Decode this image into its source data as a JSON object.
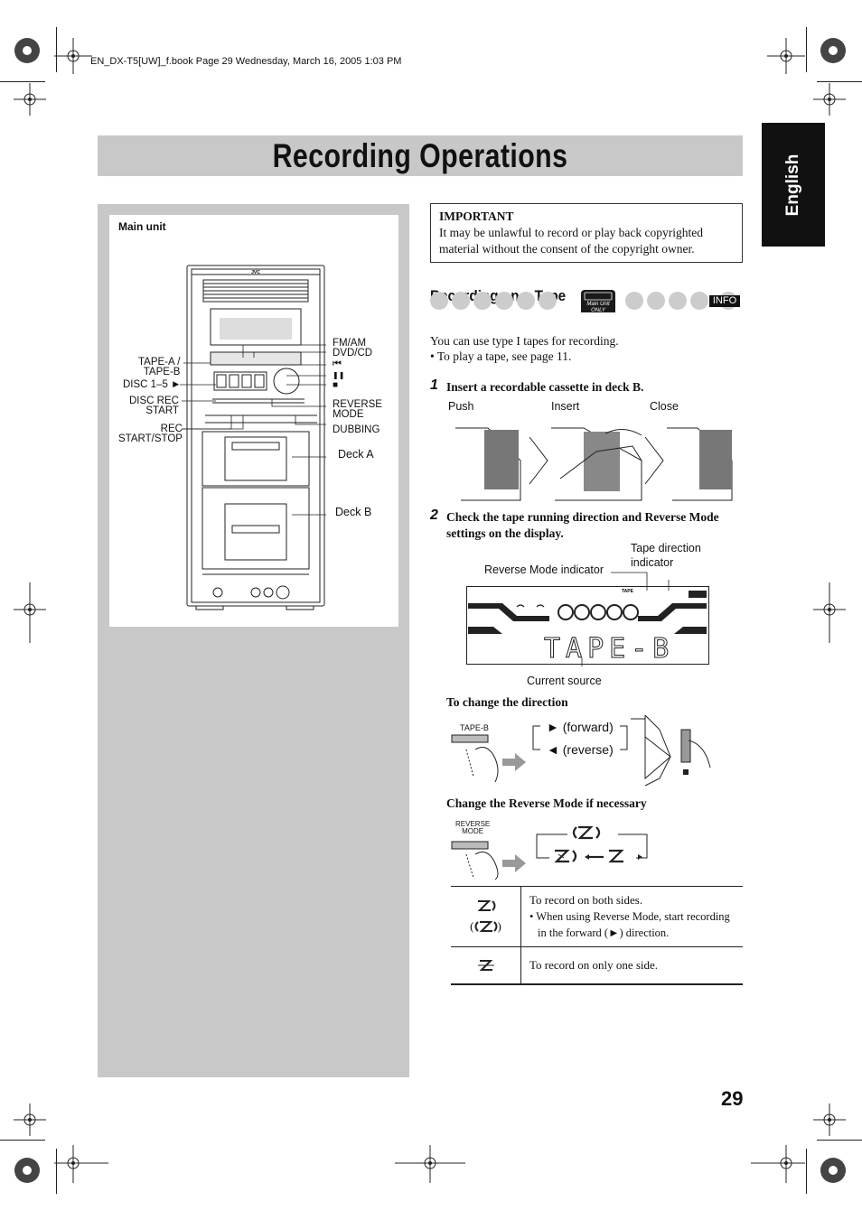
{
  "header": {
    "file_info": "EN_DX-T5[UW]_f.book Page 29 Wednesday, March 16, 2005 1:03 PM",
    "title": "Recording Operations",
    "language_tab": "English",
    "page_number": "29"
  },
  "main_unit_figure": {
    "heading": "Main unit",
    "brand": "JVC",
    "labels": {
      "tape_ab": "TAPE-A /\nTAPE-B",
      "disc": "DISC 1–5 ►",
      "disc_rec_start": "DISC REC\nSTART",
      "rec_start_stop": "REC\nSTART/STOP",
      "fm_am_dvd": "FM/AM\nDVD/CD",
      "skip": "⏮",
      "pause": "❚❚",
      "stop": "■",
      "reverse_mode": "REVERSE\nMODE",
      "dubbing": "DUBBING",
      "deck_a": "Deck A",
      "deck_b": "Deck B"
    }
  },
  "important": {
    "heading": "IMPORTANT",
    "text": "It may be unlawful to record or play back copyrighted material without the consent of the copyright owner."
  },
  "recording_section": {
    "title": "Recording on a Tape",
    "badge_main_unit": "Main Unit\nONLY",
    "badge_info": "INFO",
    "intro": "You can use type I tapes for recording.",
    "intro_bullet": "• To play a tape, see page 11.",
    "step1_num": "1",
    "step1_text": "Insert a recordable cassette in deck B.",
    "step1_labels": [
      "Push",
      "Insert",
      "Close"
    ],
    "step2_num": "2",
    "step2_text": "Check the tape running direction and Reverse Mode settings on the display.",
    "display": {
      "tape_direction_indicator": "Tape direction\nindicator",
      "reverse_mode_indicator": "Reverse Mode indicator",
      "current_source": "Current source",
      "display_text": "TAPE-B",
      "small_tape": "TAPE"
    },
    "change_direction": {
      "heading": "To change the direction",
      "button": "TAPE-B",
      "forward": "► (forward)",
      "reverse": "◄ (reverse)"
    },
    "change_reverse": {
      "heading": "Change the Reverse Mode if necessary",
      "button": "REVERSE\nMODE"
    },
    "table": [
      {
        "symbol_paren_open": "( ",
        "symbol_paren_close": " )",
        "desc": "To record on both sides.",
        "bullet": "• When using Reverse Mode, start recording in the forward (►) direction."
      },
      {
        "desc": "To record on only one side."
      }
    ]
  }
}
